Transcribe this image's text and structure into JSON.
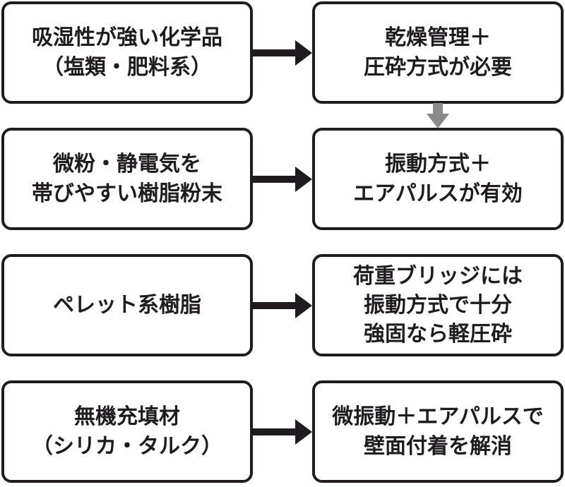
{
  "diagram": {
    "title": "material-to-discharge-method flow",
    "colors": {
      "ink": "#1f1b1e",
      "gray": "#8b8b8b",
      "bg": "#ffffff"
    },
    "icons": {
      "connector": "right-arrow",
      "first_to_second_link": "down-arrow"
    },
    "rows": [
      {
        "left": {
          "lines": [
            "吸湿性が強い化学品",
            "（塩類・肥料系）"
          ]
        },
        "right": {
          "lines": [
            "乾燥管理＋",
            "圧砕方式が必要"
          ]
        }
      },
      {
        "left": {
          "lines": [
            "微粉・静電気を",
            "帯びやすい樹脂粉末"
          ]
        },
        "right": {
          "lines": [
            "振動方式＋",
            "エアパルスが有効"
          ]
        }
      },
      {
        "left": {
          "lines": [
            "ペレット系樹脂"
          ]
        },
        "right": {
          "lines": [
            "荷重ブリッジには",
            "振動方式で十分",
            "強固なら軽圧砕"
          ]
        }
      },
      {
        "left": {
          "lines": [
            "無機充填材",
            "（シリカ・タルク）"
          ]
        },
        "right": {
          "lines": [
            "微振動＋エアパルスで",
            "壁面付着を解消"
          ]
        }
      }
    ]
  }
}
